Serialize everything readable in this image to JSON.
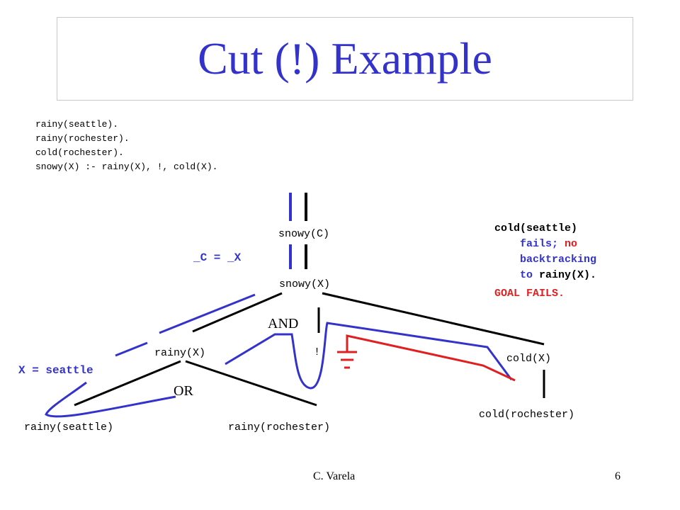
{
  "title": "Cut (!) Example",
  "code": [
    "rainy(seattle).",
    "rainy(rochester).",
    "cold(rochester).",
    "snowy(X) :- rainy(X), !, cold(X)."
  ],
  "tree": {
    "goal": "snowy(C)",
    "unifier": "_C = _X",
    "head": "snowy(X)",
    "and_label": "AND",
    "or_label": "OR",
    "rainy_goal": "rainy(X)",
    "cut": "!",
    "cold_goal": "cold(X)",
    "binding": "X = seattle",
    "rainy_seattle": "rainy(seattle)",
    "rainy_rochester": "rainy(rochester)",
    "cold_rochester": "cold(rochester)"
  },
  "note": {
    "line1": "cold(seattle)",
    "line2a": "fails;",
    "line2b": "no",
    "line3": "backtracking",
    "line4a": "to",
    "line4b": "rainy(X)",
    "line4c": ".",
    "result": "GOAL FAILS."
  },
  "footer": {
    "author": "C. Varela",
    "page": "6"
  },
  "colors": {
    "title": "#3333cc",
    "blue": "#3333cc",
    "red": "#e02020",
    "border": "#c8c8c8"
  }
}
